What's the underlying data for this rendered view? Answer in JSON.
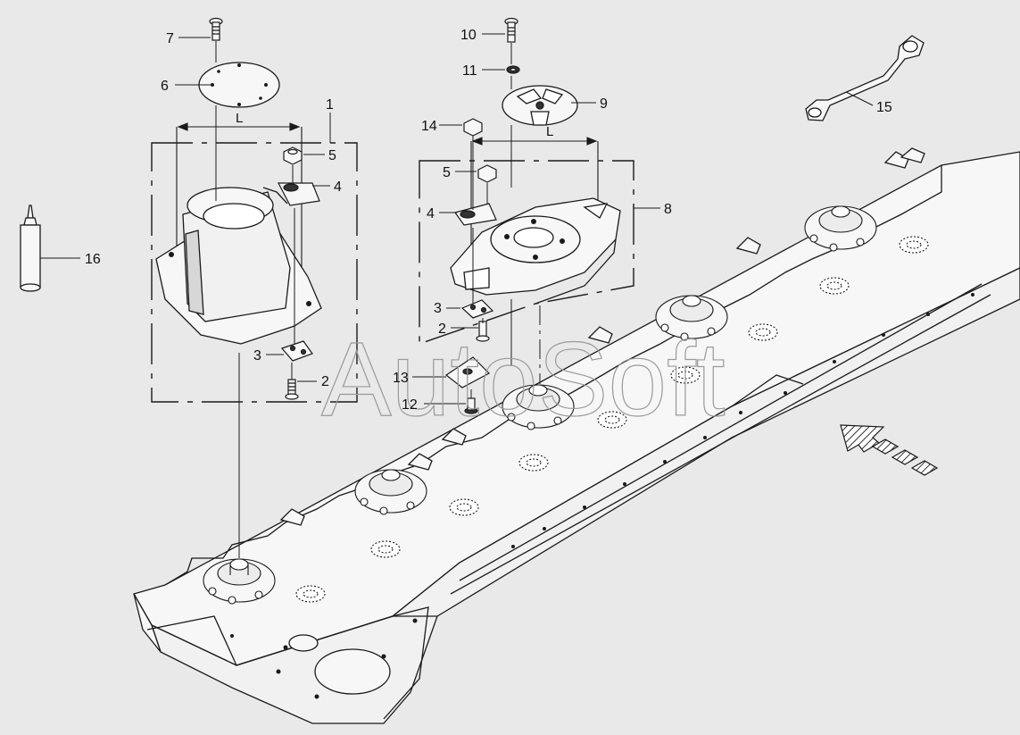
{
  "diagram": {
    "watermark": "AutoSoft",
    "dimension_label": "L",
    "callouts": {
      "c1": "1",
      "c2a": "2",
      "c2b": "2",
      "c3a": "3",
      "c3b": "3",
      "c4a": "4",
      "c4b": "4",
      "c5a": "5",
      "c5b": "5",
      "c6": "6",
      "c7": "7",
      "c8": "8",
      "c9": "9",
      "c10": "10",
      "c11": "11",
      "c12": "12",
      "c13": "13",
      "c14": "14",
      "c15": "15",
      "c16": "16"
    },
    "colors": {
      "background": "#e9e9e9",
      "part_fill": "#f7f7f7",
      "shade_fill": "#d7d7d7",
      "line": "#1a1a1a"
    }
  }
}
